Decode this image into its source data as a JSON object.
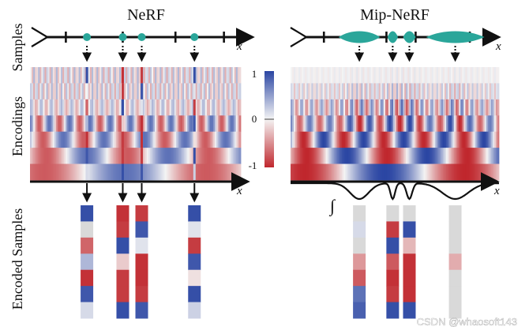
{
  "titles": {
    "left": "NeRF",
    "right": "Mip-NeRF"
  },
  "row_labels": {
    "samples": "Samples",
    "encodings": "Encodings",
    "encoded": "Encoded Samples"
  },
  "axis_symbol": "x",
  "integral_symbol": "∫",
  "colorbar": {
    "max": "1",
    "mid": "0",
    "min": "-1"
  },
  "colors": {
    "teal": "#2aa69a",
    "red": "#c0272d",
    "blue": "#2b46a3",
    "white": "#f2f2f2"
  },
  "legend": "CSDN @whaosoft143",
  "nerf_samples": [
    {
      "pos": 0.27,
      "encoding": [
        0.95,
        0.0,
        -0.7,
        0.35,
        -0.95,
        0.9,
        0.15
      ]
    },
    {
      "pos": 0.44,
      "encoding": [
        -0.95,
        -0.9,
        0.95,
        -0.2,
        -0.9,
        -0.9,
        0.95
      ]
    },
    {
      "pos": 0.53,
      "encoding": [
        -0.9,
        0.9,
        0.1,
        -0.95,
        -0.95,
        -0.9,
        0.9
      ]
    },
    {
      "pos": 0.78,
      "encoding": [
        0.95,
        0.1,
        -0.9,
        0.9,
        -0.1,
        0.95,
        0.2
      ]
    }
  ],
  "mip_samples": [
    {
      "pos": 0.33,
      "encoding": [
        0.0,
        0.15,
        0.0,
        -0.45,
        -0.75,
        0.75,
        0.85
      ]
    },
    {
      "pos": 0.49,
      "encoding": [
        0.0,
        -0.9,
        0.95,
        -0.75,
        -0.95,
        -0.9,
        0.95
      ]
    },
    {
      "pos": 0.57,
      "encoding": [
        0.0,
        0.95,
        -0.3,
        -0.95,
        -0.95,
        -0.95,
        0.95
      ]
    },
    {
      "pos": 0.79,
      "encoding": [
        0.0,
        0.0,
        0.0,
        -0.35,
        0.0,
        0.0,
        0.0
      ]
    }
  ]
}
